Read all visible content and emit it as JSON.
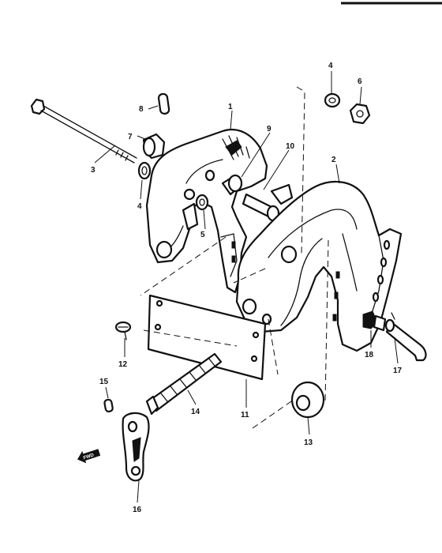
{
  "diagram": {
    "part_labels": {
      "p1": "1",
      "p2": "2",
      "p3": "3",
      "p4a": "4",
      "p4b": "4",
      "p5": "5",
      "p6": "6",
      "p7": "7",
      "p8": "8",
      "p9": "9",
      "p10": "10",
      "p11": "11",
      "p12": "12",
      "p13": "13",
      "p14": "14",
      "p15": "15",
      "p16": "16",
      "p17": "17",
      "p18": "18"
    },
    "direction_marker": "FWD"
  }
}
